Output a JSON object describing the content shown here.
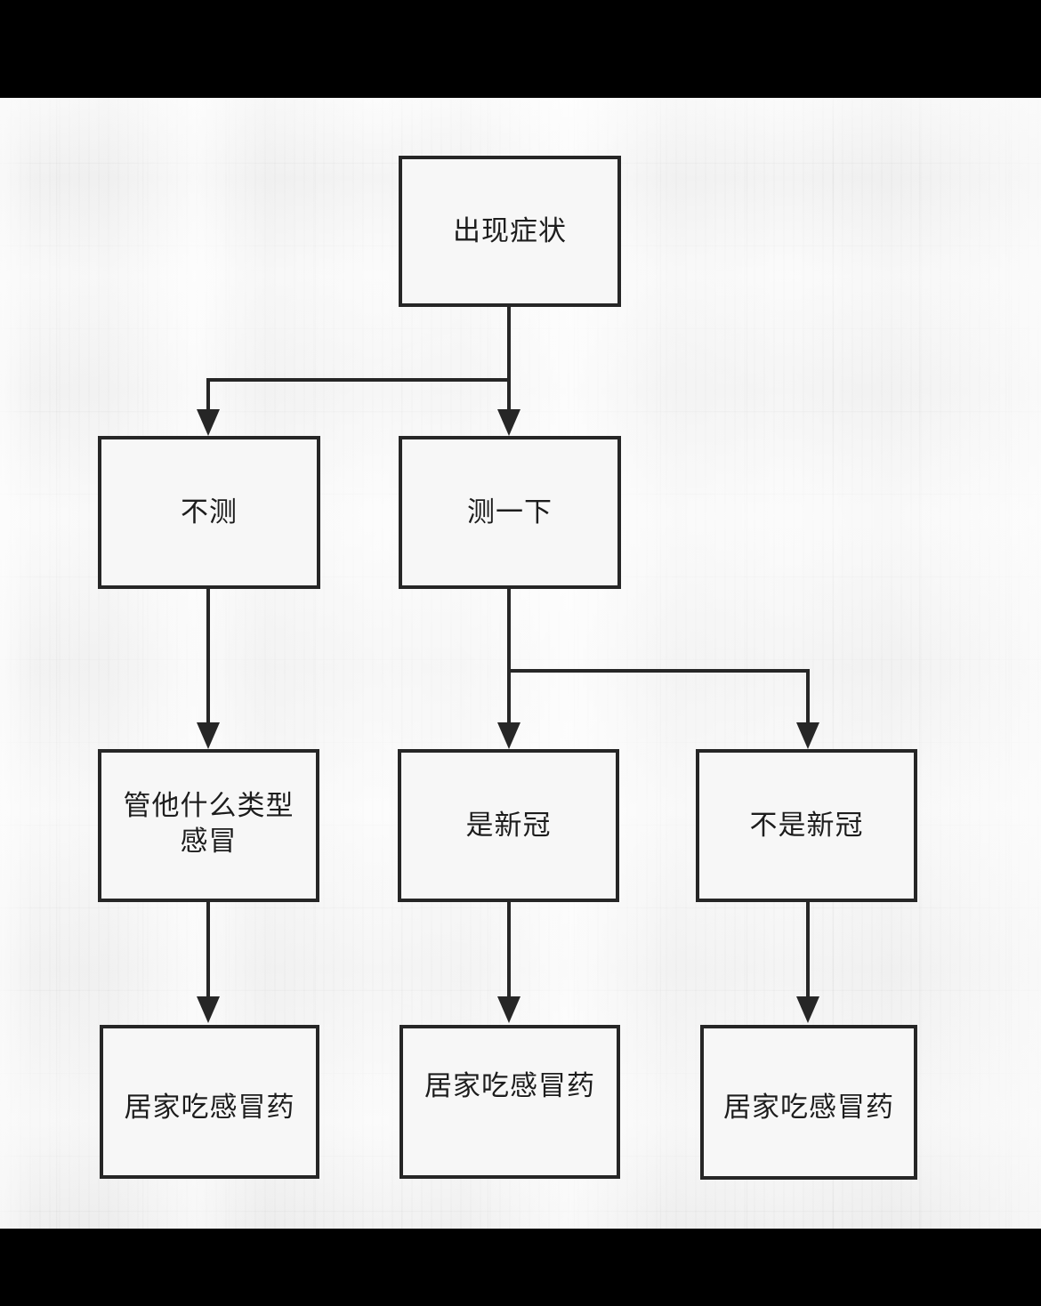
{
  "image": {
    "kind": "flowchart-screenshot",
    "letterbox_color": "#000000",
    "paper_color": "#f4f4f4",
    "ink_color": "#262626"
  },
  "flowchart": {
    "title_text": "",
    "nodes": [
      {
        "id": "symptoms",
        "label": "出现症状",
        "row": 1,
        "column": "center"
      },
      {
        "id": "no-test",
        "label": "不测",
        "row": 2,
        "column": "left"
      },
      {
        "id": "do-test",
        "label": "测一下",
        "row": 2,
        "column": "center"
      },
      {
        "id": "any-cold",
        "label": "管他什么类型\n感冒",
        "row": 3,
        "column": "left"
      },
      {
        "id": "is-covid",
        "label": "是新冠",
        "row": 3,
        "column": "center"
      },
      {
        "id": "not-covid",
        "label": "不是新冠",
        "row": 3,
        "column": "right"
      },
      {
        "id": "home-1",
        "label": "居家吃感冒药",
        "row": 4,
        "column": "left"
      },
      {
        "id": "home-2",
        "label": "居家吃感冒药",
        "row": 4,
        "column": "center"
      },
      {
        "id": "home-3",
        "label": "居家吃感冒药",
        "row": 4,
        "column": "right"
      }
    ],
    "edges": [
      {
        "from": "symptoms",
        "to": "no-test",
        "style": "elbow-left",
        "arrow": "down"
      },
      {
        "from": "symptoms",
        "to": "do-test",
        "style": "straight",
        "arrow": "down"
      },
      {
        "from": "no-test",
        "to": "any-cold",
        "style": "straight",
        "arrow": "down"
      },
      {
        "from": "do-test",
        "to": "is-covid",
        "style": "straight",
        "arrow": "down"
      },
      {
        "from": "do-test",
        "to": "not-covid",
        "style": "elbow-right",
        "arrow": "down"
      },
      {
        "from": "any-cold",
        "to": "home-1",
        "style": "straight",
        "arrow": "down"
      },
      {
        "from": "is-covid",
        "to": "home-2",
        "style": "straight",
        "arrow": "down"
      },
      {
        "from": "not-covid",
        "to": "home-3",
        "style": "straight",
        "arrow": "down"
      }
    ]
  }
}
